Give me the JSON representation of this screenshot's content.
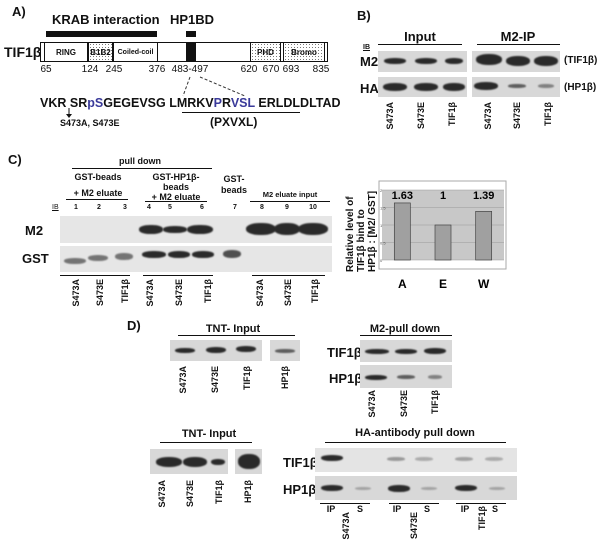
{
  "panelA": {
    "label": "A)",
    "krab": "KRAB interaction",
    "hp1bd": "HP1BD",
    "protein": "TIF1β",
    "domains": {
      "ring": "RING",
      "b1b2": "B1B2",
      "coiled": "Coiled-coil",
      "phd": "PHD",
      "bromo": "Bromo"
    },
    "positions": [
      "65",
      "124",
      "245",
      "376",
      "483-497",
      "620",
      "670",
      "693",
      "835"
    ],
    "sequence": {
      "pre": "VKR SR",
      "ps": "pS",
      "mid": "GEGEVSG LMRKV",
      "p": "P",
      "r": "R",
      "v": "V",
      "s": "S",
      "l": "L",
      "post": " ERLDLDLTAD"
    },
    "mutations": "S473A, S473E",
    "motif": "(PXVXL)"
  },
  "panelB": {
    "label": "B)",
    "input": "Input",
    "m2ip": "M2-IP",
    "ib": "IB",
    "rows": [
      "M2",
      "HA"
    ],
    "right": [
      "(TIF1β)",
      "(HP1β)"
    ],
    "lanes": [
      "S473A",
      "S473E",
      "TIF1β",
      "S473A",
      "S473E",
      "TIF1β"
    ]
  },
  "panelC": {
    "label": "C)",
    "pulldown": "pull down",
    "g1a": "GST-beads",
    "g1b": "+ M2 eluate",
    "g2a": "GST-HP1β-",
    "g2b": "beads",
    "g2c": "+ M2 eluate",
    "g3a": "GST-",
    "g3b": "beads",
    "g4": "M2 eluate input",
    "ib": "IB",
    "lanes_num": [
      "1",
      "2",
      "3",
      "4",
      "5",
      "6",
      "7",
      "8",
      "9",
      "10"
    ],
    "rows": [
      "M2",
      "GST"
    ],
    "lanes": [
      "S473A",
      "S473E",
      "TIF1β",
      "S473A",
      "S473E",
      "TIF1β",
      "S473A",
      "S473E",
      "TIF1β"
    ]
  },
  "chart_data": {
    "type": "bar",
    "categories": [
      "A",
      "E",
      "W"
    ],
    "values": [
      1.63,
      1,
      1.39
    ],
    "data_labels": [
      "1.63",
      "1",
      "1.39"
    ],
    "ylabel": "Relative level of TIF1β bind to HP1β : [M2/ GST]",
    "ylim": [
      0,
      2
    ],
    "yticks": [
      "0",
      "0.5",
      "1",
      "1.5",
      "2"
    ],
    "grid": true,
    "colors": {
      "bar": "#a0a0a0",
      "plot_bg": "#c8c8c8"
    }
  },
  "panelD": {
    "label": "D)",
    "tnt1": "TNT- Input",
    "m2pd": "M2-pull down",
    "tnt2": "TNT- Input",
    "hapd": "HA-antibody pull down",
    "rows": [
      "TIF1β",
      "HP1β"
    ],
    "tnt_lanes": [
      "S473A",
      "S473E",
      "TIF1β",
      "HP1β"
    ],
    "m2_lanes": [
      "S473A",
      "S473E",
      "TIF1β"
    ],
    "ip": "IP",
    "s": "S",
    "ha_lanes": [
      "S473A",
      "S473E",
      "TIF1β"
    ]
  }
}
